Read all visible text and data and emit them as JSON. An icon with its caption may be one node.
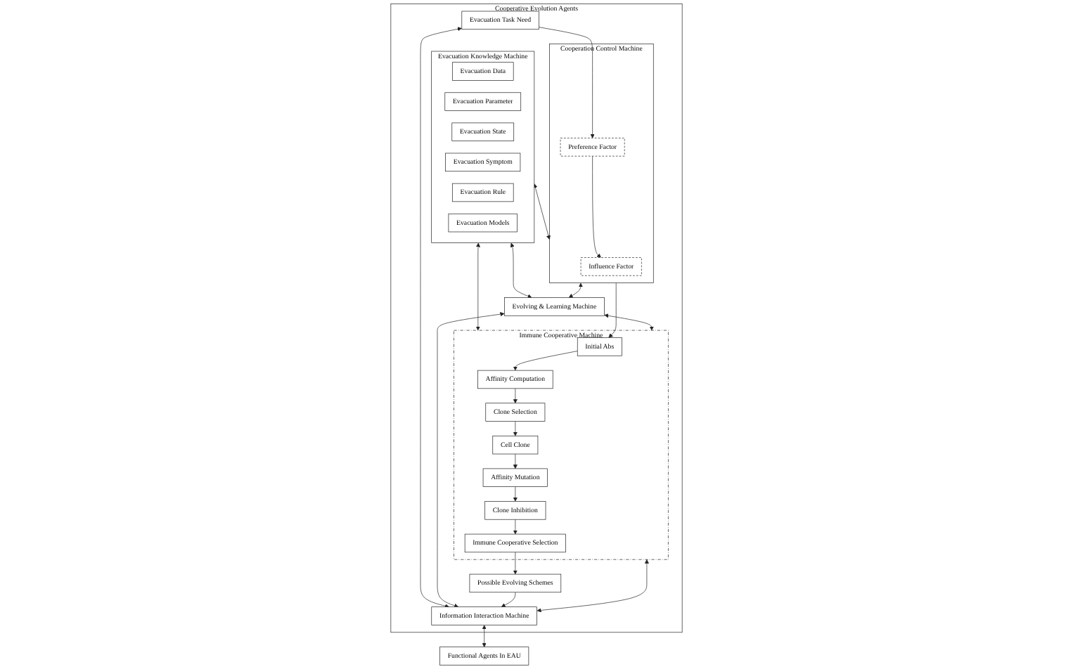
{
  "diagram": {
    "nodes": [
      {
        "text": [
          "Cooperative  Evolution Agents"
        ]
      },
      {
        "text": [
          "Evacuation Knowledge Machine"
        ],
        "in": 0
      },
      {
        "text": [
          "Evacuation Data"
        ],
        "in": 1
      },
      {
        "text": [
          "Evacuation Parameter"
        ],
        "in": 1
      },
      {
        "text": [
          "Evacuation State"
        ],
        "in": 1
      },
      {
        "text": [
          "Evacuation Symptom"
        ],
        "in": 1
      },
      {
        "text": [
          "Evacuation Rule"
        ],
        "in": 1
      },
      {
        "text": [
          "Evacuation Models"
        ],
        "in": 1
      },
      {
        "text": [
          "Immune Cooperative Machine"
        ],
        "in": 0
      },
      {
        "text": [
          "Initial Abs"
        ],
        "in": 8
      },
      {
        "text": [
          "Affinity Computation"
        ],
        "in": 8
      },
      {
        "text": [
          "Clone Selection"
        ],
        "in": 8
      },
      {
        "text": [
          "Cell Clone"
        ],
        "in": 8
      },
      {
        "text": [
          "Affinity Mutation"
        ],
        "in": 8
      },
      {
        "text": [
          "Clone Inhibition"
        ],
        "in": 8
      },
      {
        "text": [
          "Immune Cooperative Selection"
        ],
        "in": 8
      },
      {
        "text": [
          "Cooperation Control Machine"
        ],
        "in": 0
      },
      {
        "text": [
          "Influence Factor"
        ],
        "in": 16
      },
      {
        "text": [
          "Preference Factor"
        ],
        "in": 16
      },
      {
        "text": [
          "Evolving & Learning Machine"
        ],
        "in": 0
      },
      {
        "text": [
          "Evacuation Task Need"
        ],
        "in": 0
      },
      {
        "text": [
          "Information Interaction Machine"
        ],
        "in": 0
      },
      {
        "text": [
          "Possible Evolving Schemes"
        ],
        "in": 0
      },
      {
        "text": [
          "Functional Agents In EAU"
        ]
      }
    ],
    "edges": [
      {
        "from": 1,
        "to": 8,
        "arrow": "both"
      },
      {
        "from": 1,
        "to": 16,
        "arrow": "both"
      },
      {
        "from": 1,
        "to": 19,
        "arrow": "both"
      },
      {
        "from": 16,
        "to": 19,
        "arrow": "both"
      },
      {
        "from": 16,
        "to": 9,
        "arrow": "to"
      },
      {
        "from": 9,
        "to": 10,
        "arrow": "to"
      },
      {
        "from": 10,
        "to": 11,
        "arrow": "to"
      },
      {
        "from": 11,
        "to": 12,
        "arrow": "to"
      },
      {
        "from": 12,
        "to": 13,
        "arrow": "to"
      },
      {
        "from": 13,
        "to": 14,
        "arrow": "to"
      },
      {
        "from": 14,
        "to": 15,
        "arrow": "to"
      },
      {
        "from": 18,
        "to": 17,
        "arrow": "to"
      },
      {
        "from": 20,
        "to": 18,
        "arrow": "to"
      },
      {
        "from": 20,
        "to": 21,
        "arrow": "both"
      },
      {
        "from": 19,
        "to": 8,
        "arrow": "both"
      },
      {
        "from": 21,
        "to": 8,
        "arrow": "both"
      },
      {
        "from": 19,
        "to": 21,
        "arrow": "both"
      },
      {
        "from": 15,
        "to": 22,
        "arrow": "to"
      },
      {
        "from": 22,
        "to": 21,
        "arrow": "to"
      },
      {
        "from": 21,
        "to": 23,
        "arrow": "both"
      }
    ]
  }
}
